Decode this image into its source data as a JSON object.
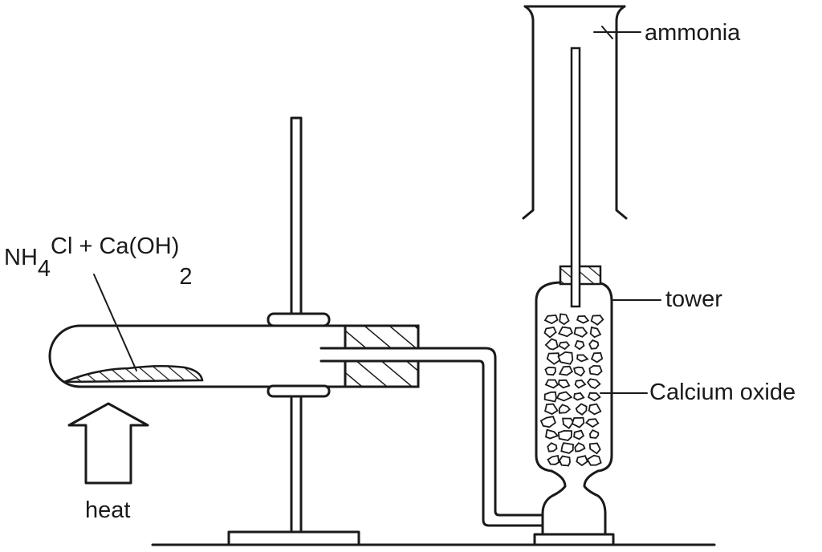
{
  "labels": {
    "reactant_main": "NH",
    "reactant_sub1": "4",
    "reactant_mid": "Cl + Ca(OH)",
    "reactant_sub2": "2",
    "heat": "heat",
    "ammonia": "ammonia",
    "tower": "tower",
    "calcium_oxide": "Calcium oxide"
  },
  "colors": {
    "line": "#1a1a1a",
    "background": "#ffffff"
  }
}
